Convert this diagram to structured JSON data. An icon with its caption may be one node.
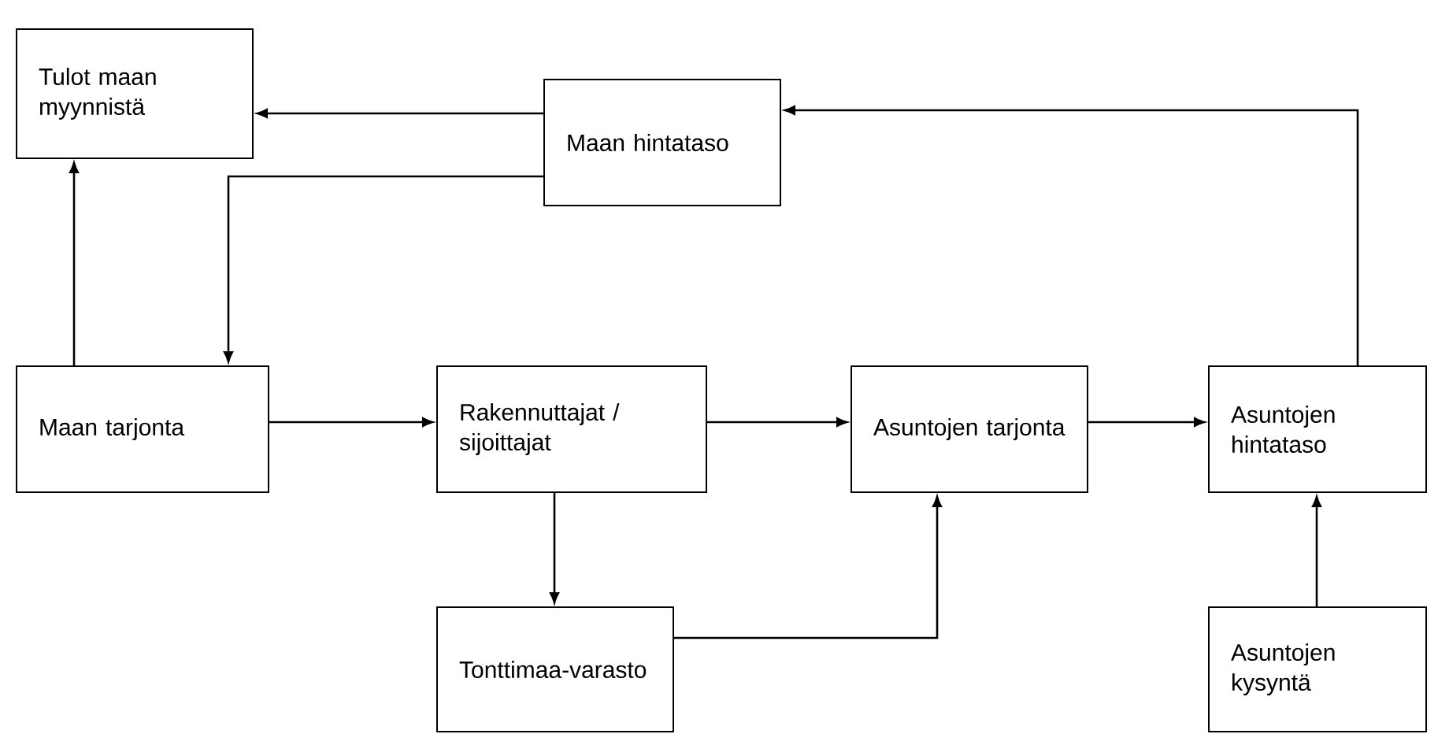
{
  "diagram": {
    "nodes": [
      {
        "text": [
          "Tulot maan myynnistä"
        ]
      },
      {
        "text": [
          "Maan hintataso"
        ]
      },
      {
        "text": [
          "Maan tarjonta"
        ]
      },
      {
        "text": [
          "Rakennuttajat / sijoittajat"
        ]
      },
      {
        "text": [
          "Asuntojen tarjonta"
        ]
      },
      {
        "text": [
          "Asuntojen hintataso"
        ]
      },
      {
        "text": [
          "Tonttimaa-varasto"
        ]
      },
      {
        "text": [
          "Asuntojen kysyntä"
        ]
      }
    ],
    "edges": [
      {
        "from": 1,
        "to": 0,
        "arrow": "to"
      },
      {
        "from": 1,
        "to": 2,
        "arrow": "to"
      },
      {
        "from": 2,
        "to": 0,
        "arrow": "to"
      },
      {
        "from": 2,
        "to": 3,
        "arrow": "to"
      },
      {
        "from": 3,
        "to": 4,
        "arrow": "to"
      },
      {
        "from": 4,
        "to": 5,
        "arrow": "to"
      },
      {
        "from": 5,
        "to": 1,
        "arrow": "to"
      },
      {
        "from": 3,
        "to": 6,
        "arrow": "to"
      },
      {
        "from": 6,
        "to": 4,
        "arrow": "to"
      },
      {
        "from": 7,
        "to": 5,
        "arrow": "to"
      }
    ]
  }
}
